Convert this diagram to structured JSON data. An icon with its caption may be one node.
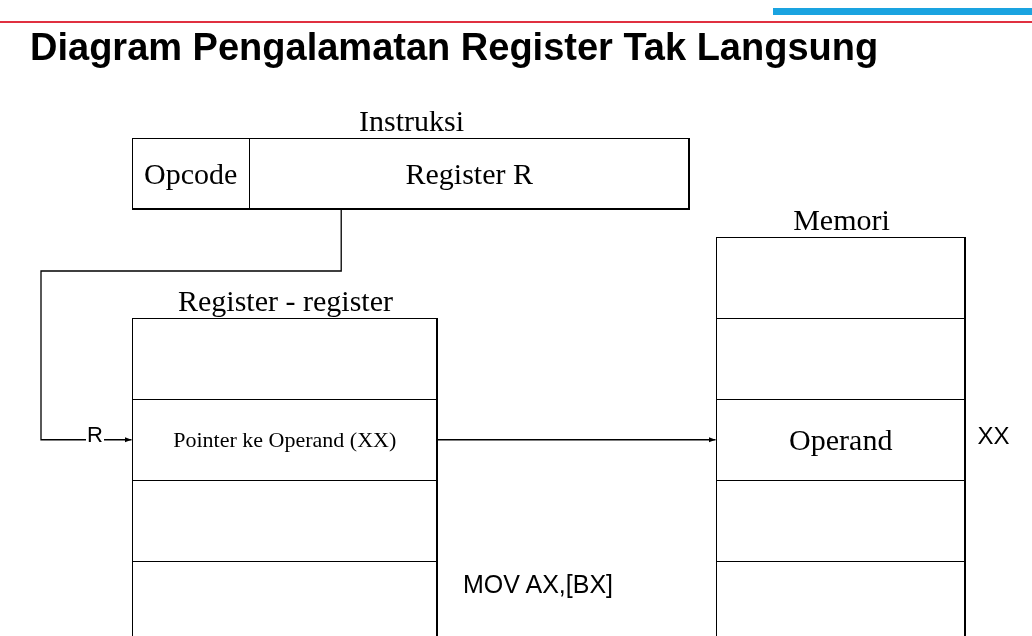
{
  "diagram": {
    "title": "Diagram Pengalamatan Register Tak Langsung",
    "nodes": [
      {
        "text": [
          "Instruksi"
        ]
      },
      {
        "text": [
          "Opcode"
        ],
        "in": 0
      },
      {
        "text": [
          "Register R"
        ],
        "in": 0
      },
      {
        "text": [
          "Register - register"
        ]
      },
      {
        "text": [],
        "shape": "box",
        "in": 3
      },
      {
        "text": [
          "Pointer ke Operand (XX)"
        ],
        "in": 3
      },
      {
        "text": [],
        "shape": "box",
        "in": 3
      },
      {
        "text": [],
        "shape": "box",
        "in": 3
      },
      {
        "text": [
          "Memori"
        ]
      },
      {
        "text": [],
        "shape": "box",
        "in": 8
      },
      {
        "text": [],
        "shape": "box",
        "in": 8
      },
      {
        "text": [
          "Operand"
        ],
        "in": 8,
        "beside": [
          "XX"
        ]
      },
      {
        "text": [],
        "shape": "box",
        "in": 8
      },
      {
        "text": [],
        "shape": "box",
        "in": 8
      }
    ],
    "edges": [
      {
        "from": 2,
        "to": 5,
        "arrow": "to",
        "label": "R"
      },
      {
        "from": 5,
        "to": 11,
        "arrow": "to"
      }
    ],
    "labels": [
      "MOV AX,[BX]"
    ]
  }
}
